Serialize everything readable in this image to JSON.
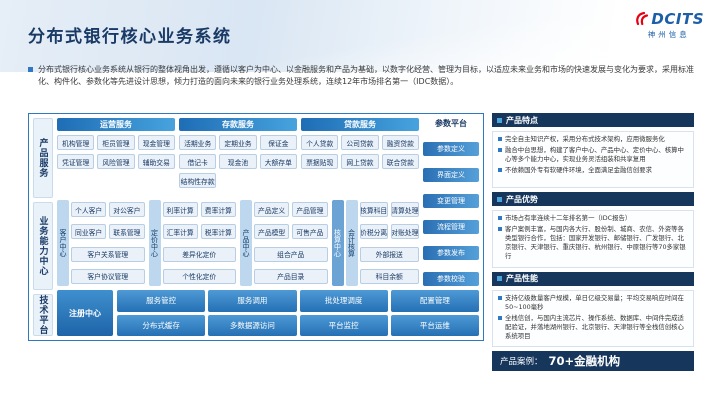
{
  "title": "分布式银行核心业务系统",
  "logo": {
    "text": "DCITS",
    "subtext": "神州信息"
  },
  "intro": {
    "text": "分布式银行核心业务系统从银行的整体视角出发，遵循以客户为中心、以金融服务和产品为基础，以数字化经营、管理为目标，以适应未来业务和市场的快速发展与变化为要求，采用标准化、构件化、参数化等先进设计思想，倾力打造的面向未来的银行业务处理系统，连续12年市场排名第一（IDC数据）。"
  },
  "diagram": {
    "rail": [
      "产品服务",
      "业务能力中心",
      "技术平台"
    ],
    "top_groups": [
      {
        "title": "运营服务",
        "rows": [
          [
            "机构管理",
            "柜员管理",
            "现金管理"
          ],
          [
            "凭证管理",
            "风险管理",
            "辅助交易"
          ]
        ]
      },
      {
        "title": "存款服务",
        "rows": [
          [
            "活期业务",
            "定期业务",
            "保证金"
          ],
          [
            "借记卡",
            "现金池",
            "大额存单"
          ],
          [
            "结构性存款",
            "",
            ""
          ]
        ]
      },
      {
        "title": "贷款服务",
        "rows": [
          [
            "个人贷款",
            "公司贷款",
            "融资贷款"
          ],
          [
            "票据贴现",
            "网上贷款",
            "联合贷款"
          ]
        ]
      }
    ],
    "param_platform": {
      "title": "参数平台",
      "boxes": [
        "参数定义",
        "界面定义",
        "变更管理",
        "流程管理",
        "参数发布",
        "参数校验"
      ]
    },
    "capability_groups": [
      {
        "labels": [
          "客户中心"
        ],
        "rows": [
          [
            "个人客户",
            "对公客户"
          ],
          [
            "同业客户",
            "联系管理"
          ],
          [
            "客户关系管理"
          ],
          [
            "客户协议管理"
          ]
        ]
      },
      {
        "labels": [
          "定价中心"
        ],
        "rows": [
          [
            "利率计算",
            "费率计算"
          ],
          [
            "汇率计算",
            "税率计算"
          ],
          [
            "差异化定价"
          ],
          [
            "个性化定价"
          ]
        ]
      },
      {
        "labels": [
          "产品中心"
        ],
        "rows": [
          [
            "产品定义",
            "产品管理"
          ],
          [
            "产品模型",
            "可售产品"
          ],
          [
            "组合产品"
          ],
          [
            "产品目录"
          ]
        ]
      },
      {
        "labels": [
          "核算中心",
          "会计核算"
        ],
        "rows": [
          [
            "核算科目",
            "清算处理"
          ],
          [
            "价税分离",
            "对账处理"
          ],
          [
            "外部报送"
          ],
          [
            "科目余额"
          ]
        ]
      }
    ],
    "tech_platform": {
      "tall": "注册中心",
      "rows": [
        [
          "服务管控",
          "服务调用",
          "批处理调度",
          "配置管理"
        ],
        [
          "分布式缓存",
          "多数据源访问",
          "平台监控",
          "平台运维"
        ]
      ]
    }
  },
  "sidebar": {
    "sections": [
      {
        "title": "产品特点",
        "bullets": [
          "完全自主知识产权，采用分布式技术架构，应用微服务化",
          "融合中台思想，构建了客户中心、产品中心、定价中心、核算中心等多个能力中心，实现业务灵活组装和共享复用",
          "不依赖国外专有软硬件环境，全面满足金融信创要求"
        ]
      },
      {
        "title": "产品优势",
        "bullets": [
          "市场占有率连续十二年排名第一（IDC报告）",
          "客户案例丰富，与国内各大行、股份制、城商、农信、外资等各类型银行合作，包括：国家开发银行、邮储银行、广发银行、北京银行、天津银行、重庆银行、杭州银行、中原银行等70多家银行"
        ]
      },
      {
        "title": "产品性能",
        "bullets": [
          "支持亿级数量客户规模，单日亿级交易量；平均交易响应时间在50~100毫秒",
          "全栈信创，与国内主流芯片、操作系统、数据库、中间件完成适配验证，并落地湖州银行、北京银行、天津银行等全栈信创核心系统项目"
        ]
      }
    ],
    "cases": {
      "label": "产品案例：",
      "value": "70+金融机构"
    }
  },
  "colors": {
    "accent": "#2F79C2",
    "navy": "#16365C",
    "logo_red": "#E60012"
  }
}
